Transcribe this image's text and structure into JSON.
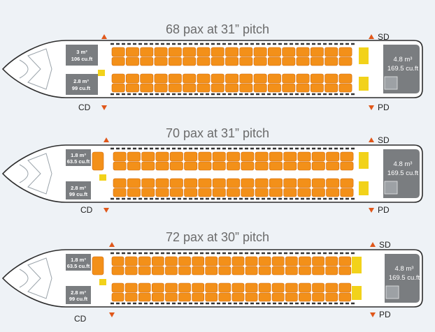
{
  "colors": {
    "seat": "#f39019",
    "seat_edge": "#d2690a",
    "galley": "#f2d21a",
    "compartment": "#7a7d80",
    "marker": "#e0571a",
    "fuselage_fill": "#ffffff",
    "fuselage_stroke": "#2b2b2b",
    "background": "#eef2f6"
  },
  "configs": [
    {
      "title": "68 pax at 31” pitch",
      "upper_seat_count": 17,
      "lower_seat_count": 17,
      "front_upper": {
        "line1": "3 m³",
        "line2": "106 cu.ft"
      },
      "front_lower": {
        "line1": "2.8 m³",
        "line2": "99 cu.ft"
      },
      "rear": {
        "line1": "4.8 m³",
        "line2": "169.5 cu.ft"
      },
      "label_cd": "CD",
      "label_sd": "SD",
      "label_pd": "PD"
    },
    {
      "title": "70 pax at 31” pitch",
      "upper_seat_count": 17,
      "lower_seat_count": 17,
      "front_upper": {
        "line1": "1.8 m³",
        "line2": "63.5 cu.ft"
      },
      "front_lower": {
        "line1": "2.8 m³",
        "line2": "99 cu.ft"
      },
      "rear": {
        "line1": "4.8 m³",
        "line2": "169.5 cu.ft"
      },
      "label_cd": "CD",
      "label_sd": "SD",
      "label_pd": "PD"
    },
    {
      "title": "72 pax at 30” pitch",
      "upper_seat_count": 18,
      "lower_seat_count": 18,
      "front_upper": {
        "line1": "1.8 m³",
        "line2": "63.5 cu.ft"
      },
      "front_lower": {
        "line1": "2.8 m³",
        "line2": "99 cu.ft"
      },
      "rear": {
        "line1": "4.8 m³",
        "line2": "169.5 cu.ft"
      },
      "label_cd": "CD",
      "label_sd": "SD",
      "label_pd": "PD"
    }
  ]
}
